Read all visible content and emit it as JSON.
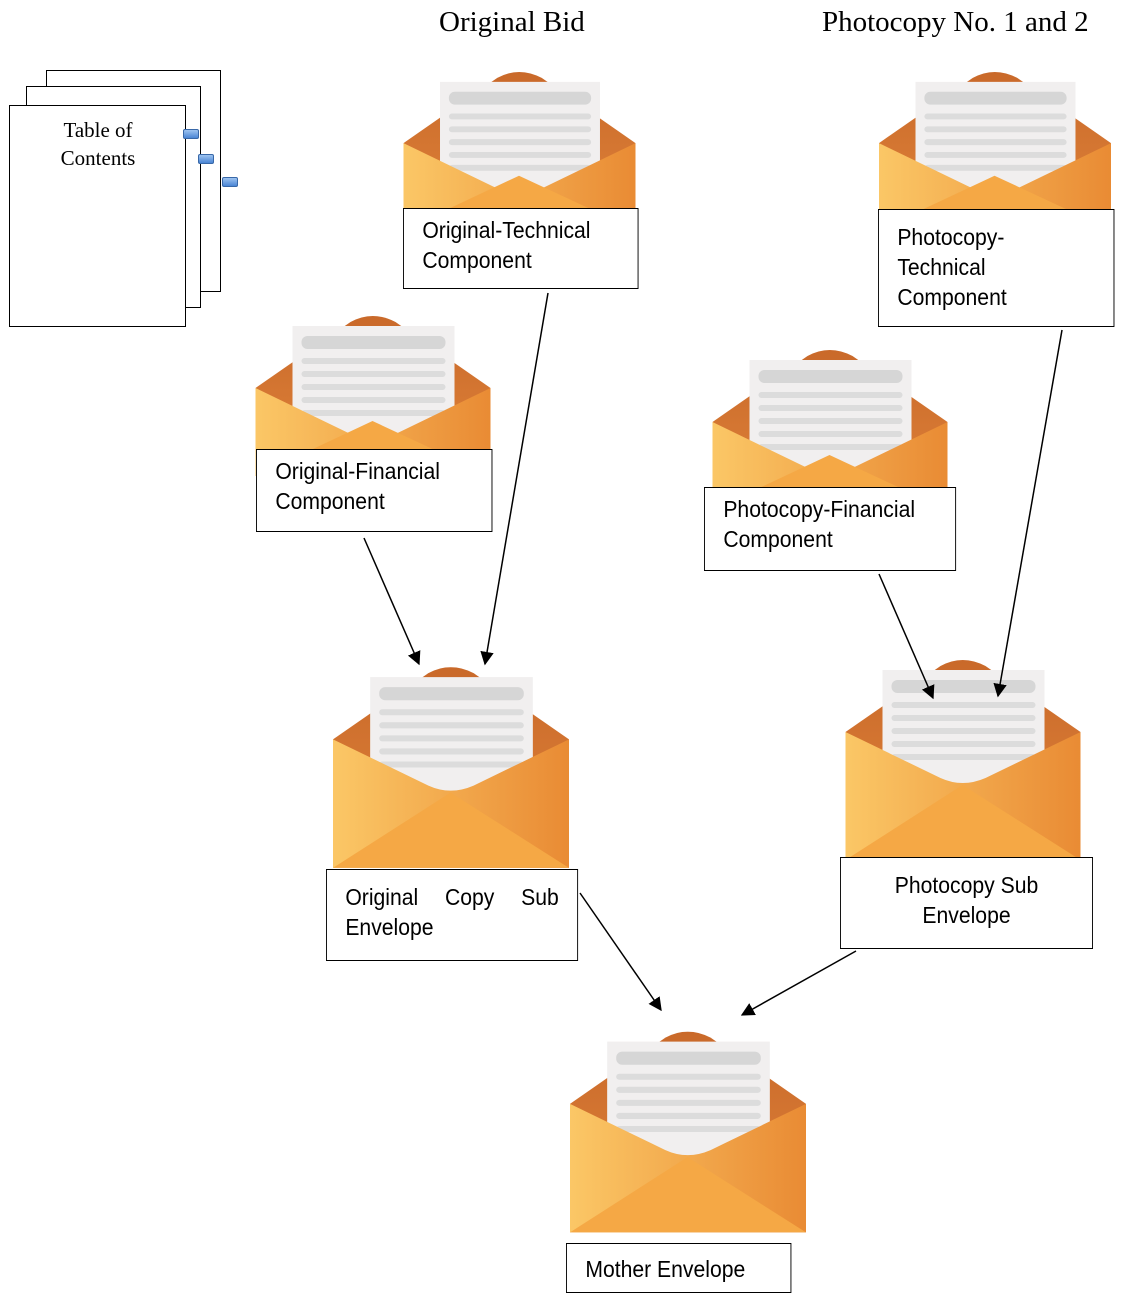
{
  "headings": {
    "original": "Original Bid",
    "photocopy": "Photocopy No. 1 and 2"
  },
  "toc": {
    "line1": "Table of",
    "line2": "Contents"
  },
  "labels": {
    "orig_technical": [
      "Original-Technical",
      "Component"
    ],
    "orig_financial": [
      "Original-Financial",
      "Component"
    ],
    "photo_technical": [
      "Photocopy-",
      "Technical",
      "Component"
    ],
    "photo_financial": [
      "Photocopy-Financial",
      "Component"
    ],
    "orig_sub": [
      "Original",
      "Copy",
      "Sub",
      "Envelope"
    ],
    "photo_sub": [
      "Photocopy Sub",
      "Envelope"
    ],
    "mother": "Mother Envelope"
  },
  "colors": {
    "envelope_back": "#e07a2a",
    "envelope_front": "#f7b24a",
    "paper": "#f1f1f1"
  }
}
